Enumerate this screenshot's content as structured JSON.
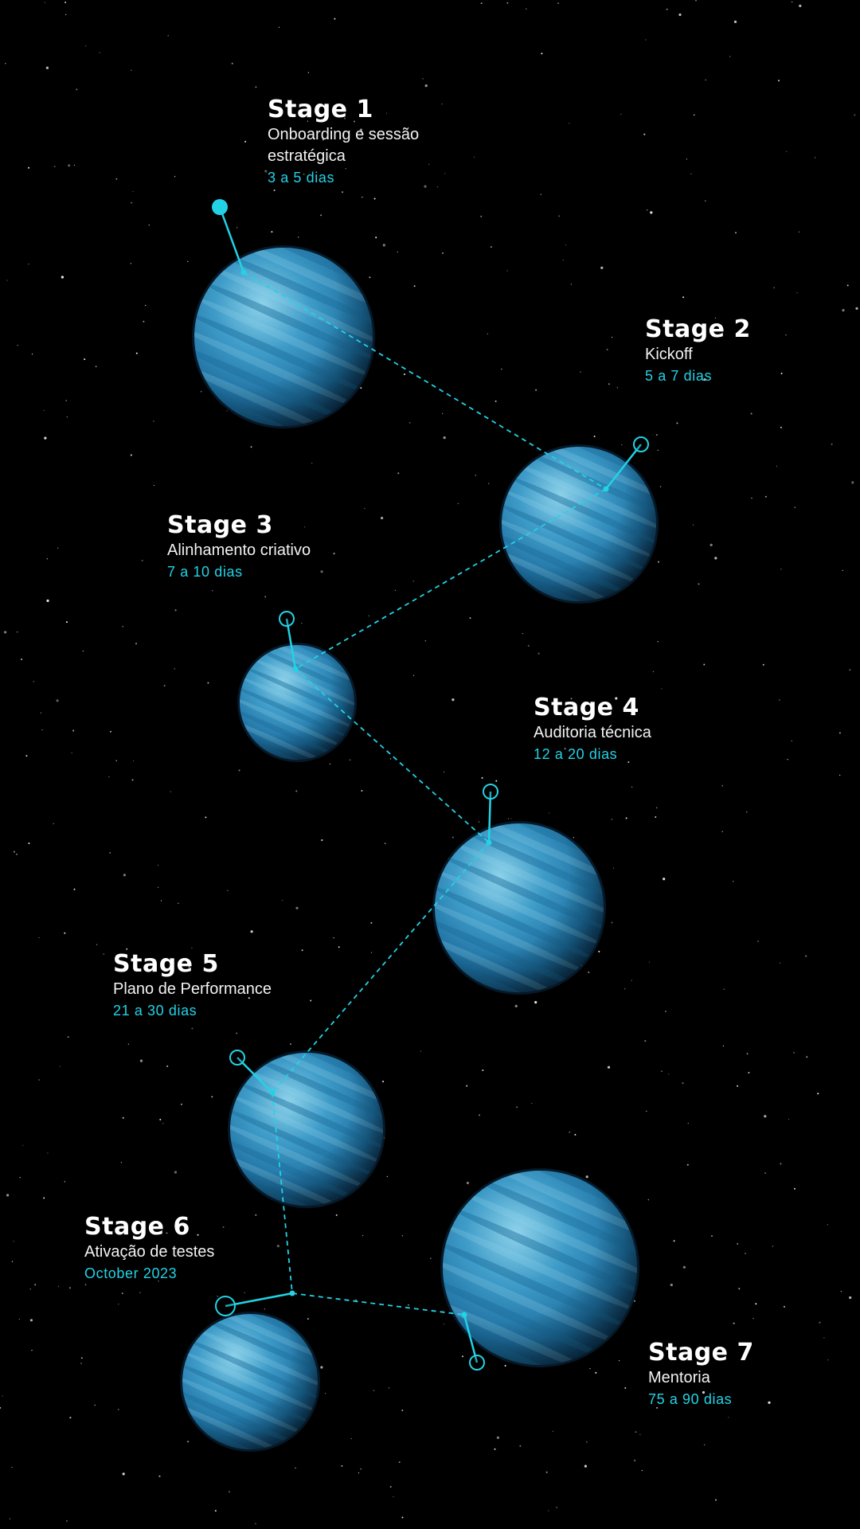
{
  "accent_color": "#22d3e6",
  "planet_colors": {
    "light": "#8ed2ea",
    "mid": "#2f8fbe",
    "dark": "#0c3f63",
    "band": "#1a6d9c"
  },
  "stages": [
    {
      "title": "Stage 1",
      "description": "Onboarding e sessão estratégica",
      "duration": "3 a 5 dias",
      "marker": "filled"
    },
    {
      "title": "Stage 2",
      "description": "Kickoff",
      "duration": "5 a 7 dias",
      "marker": "ring"
    },
    {
      "title": "Stage 3",
      "description": "Alinhamento criativo",
      "duration": "7 a 10 dias",
      "marker": "ring"
    },
    {
      "title": "Stage 4",
      "description": "Auditoria técnica",
      "duration": "12 a 20 dias",
      "marker": "ring"
    },
    {
      "title": "Stage 5",
      "description": "Plano de Performance",
      "duration": "21 a 30 dias",
      "marker": "ring"
    },
    {
      "title": "Stage 6",
      "description": "Ativação de testes",
      "duration": "October 2023",
      "marker": "ring"
    },
    {
      "title": "Stage 7",
      "description": "Mentoria",
      "duration": "75 a 90 dias",
      "marker": "ring"
    }
  ]
}
